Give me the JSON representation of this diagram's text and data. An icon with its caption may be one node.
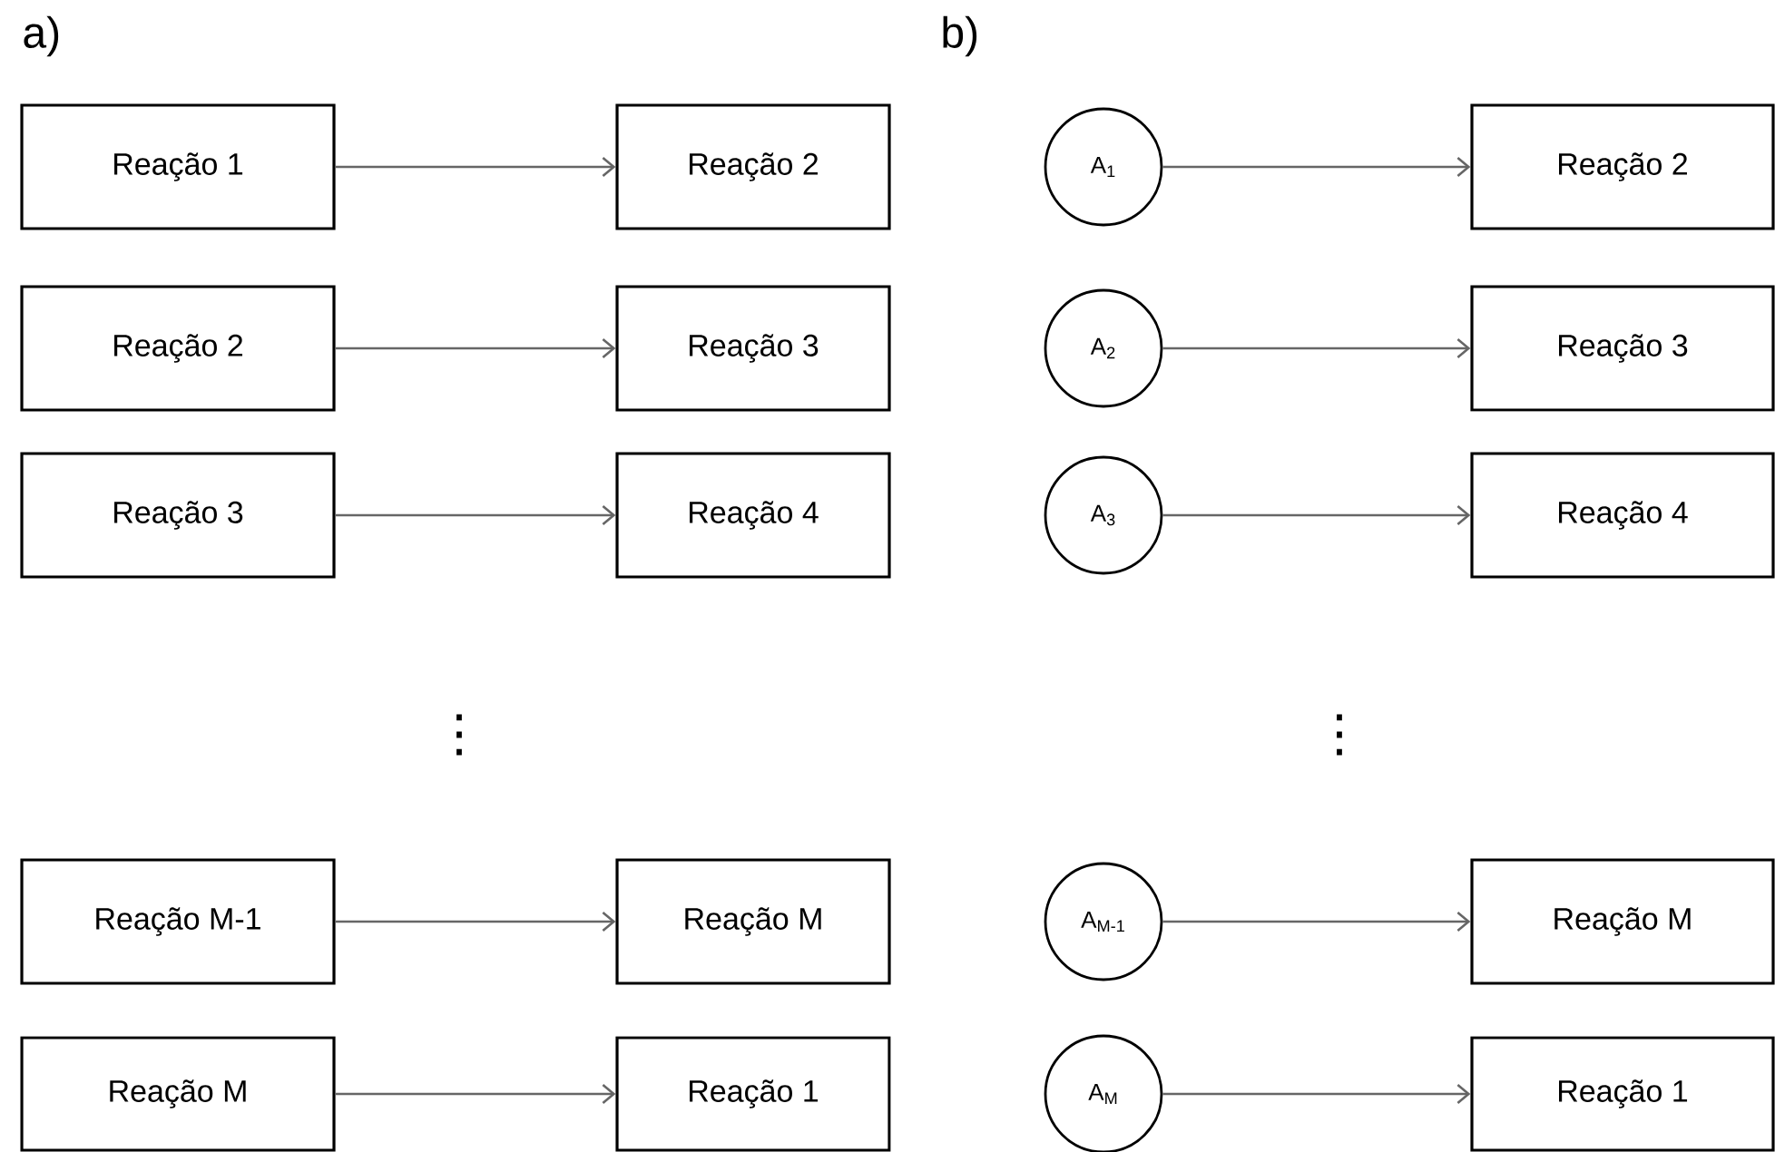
{
  "diagram": {
    "nodes": [
      {
        "text": [
          "Reação 1"
        ]
      },
      {
        "text": [
          "Reação 2"
        ]
      },
      {
        "text": [
          "Reação 2"
        ]
      },
      {
        "text": [
          "Reação 3"
        ]
      },
      {
        "text": [
          "Reação 3"
        ]
      },
      {
        "text": [
          "Reação 4"
        ]
      },
      {
        "text": [
          "Reação M-1"
        ]
      },
      {
        "text": [
          "Reação M"
        ]
      },
      {
        "text": [
          "Reação M"
        ]
      },
      {
        "text": [
          "Reação 1"
        ]
      },
      {
        "text": [
          "A$_{1}$"
        ]
      },
      {
        "text": [
          "Reação 2"
        ]
      },
      {
        "text": [
          "A$_{2}$"
        ]
      },
      {
        "text": [
          "Reação 3"
        ]
      },
      {
        "text": [
          "A$_{3}$"
        ]
      },
      {
        "text": [
          "Reação 4"
        ]
      },
      {
        "text": [
          "A$_{M-1}$"
        ]
      },
      {
        "text": [
          "Reação M"
        ]
      },
      {
        "text": [
          "A$_{M}$"
        ]
      },
      {
        "text": [
          "Reação 1"
        ]
      }
    ],
    "edges": [
      {
        "from": 0,
        "to": 1,
        "arrow": "to"
      },
      {
        "from": 2,
        "to": 3,
        "arrow": "to"
      },
      {
        "from": 4,
        "to": 5,
        "arrow": "to"
      },
      {
        "from": 6,
        "to": 7,
        "arrow": "to"
      },
      {
        "from": 8,
        "to": 9,
        "arrow": "to"
      },
      {
        "from": 10,
        "to": 11,
        "arrow": "to"
      },
      {
        "from": 12,
        "to": 13,
        "arrow": "to"
      },
      {
        "from": 14,
        "to": 15,
        "arrow": "to"
      },
      {
        "from": 16,
        "to": 17,
        "arrow": "to"
      },
      {
        "from": 18,
        "to": 19,
        "arrow": "to"
      }
    ],
    "labels": [
      "a)",
      "b)",
      "⋮",
      "⋮"
    ]
  }
}
